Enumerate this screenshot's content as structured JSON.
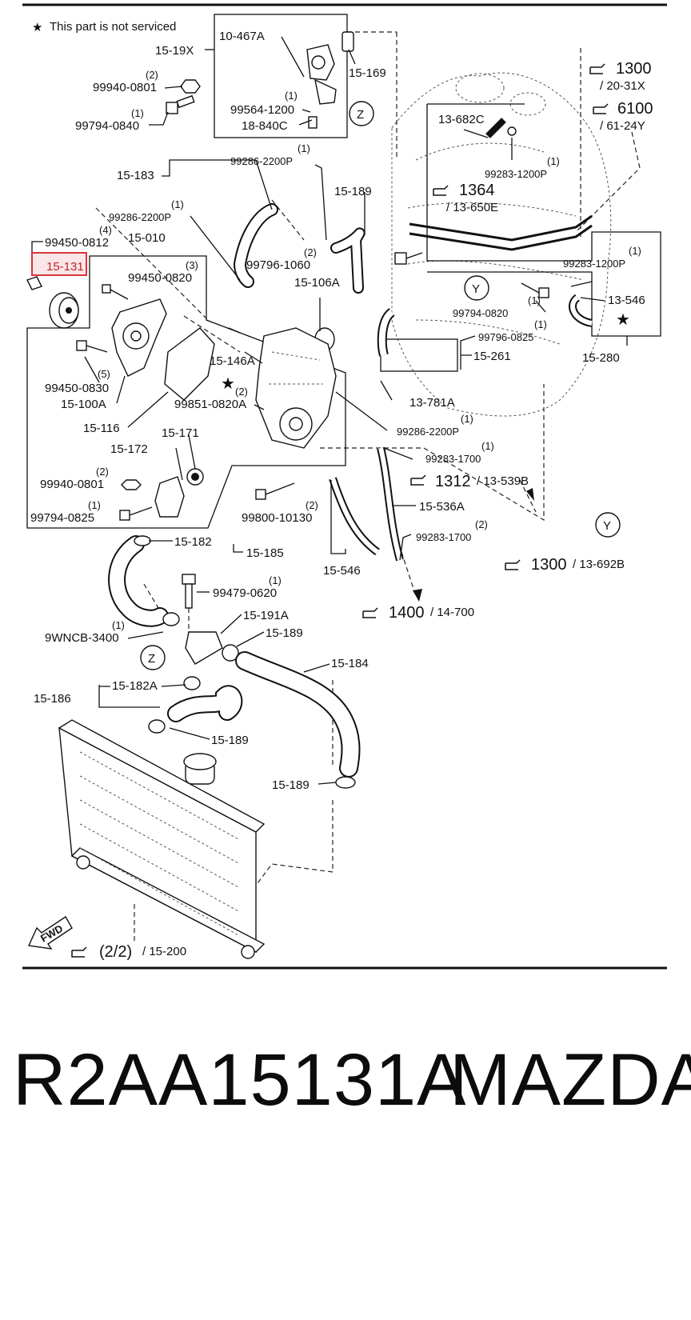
{
  "note": "This part is not serviced",
  "star_symbol": "★",
  "fwd_label": "FWD",
  "callout_letters": [
    "Z",
    "Y"
  ],
  "highlight_color": "#e0313b",
  "labels": {
    "p15_19x": "15-19X",
    "p10_467a": "10-467A",
    "p15_169": "15-169",
    "q2a": "(2)",
    "p99940_0801a": "99940-0801",
    "q1a": "(1)",
    "p99794_0840": "99794-0840",
    "q1b": "(1)",
    "p99564_1200": "99564-1200",
    "p18_840c": "18-840C",
    "ref1300a": "1300",
    "ref20_31x": "/ 20-31X",
    "ref6100": "6100",
    "ref61_24y": "/ 61-24Y",
    "p13_682c": "13-682C",
    "q1c": "(1)",
    "p99283_1200pa": "99283-1200P",
    "ref1364": "1364",
    "ref13_650e": "/ 13-650E",
    "q1d": "(1)",
    "p99286_2200pa": "99286-2200P",
    "p15_183": "15-183",
    "p15_189b": "15-189",
    "q1e": "(1)",
    "p99286_2200pb": "99286-2200P",
    "q4": "(4)",
    "p99450_0812": "99450-0812",
    "p15_010": "15-010",
    "p15_131": "15-131",
    "q3": "(3)",
    "p99450_0820": "99450-0820",
    "q2b": "(2)",
    "p99796_1060": "99796-1060",
    "p15_106a": "15-106A",
    "q1f": "(1)",
    "p99283_1200pb": "99283-1200P",
    "q1g": "(1)",
    "p99794_0820": "99794-0820",
    "p13_546": "13-546",
    "q1h": "(1)",
    "p99796_0825": "99796-0825",
    "p15_146a": "15-146A",
    "p15_261": "15-261",
    "p15_280": "15-280",
    "q5": "(5)",
    "p99450_0830": "99450-0830",
    "p15_100a": "15-100A",
    "q2c": "(2)",
    "p99851_0820a": "99851-0820A",
    "p13_781a": "13-781A",
    "p15_116": "15-116",
    "q1i": "(1)",
    "p99286_2200pc": "99286-2200P",
    "p15_172": "15-172",
    "p15_171": "15-171",
    "q1j": "(1)",
    "p99283_1700a": "99283-1700",
    "q2d": "(2)",
    "p99940_0801b": "99940-0801",
    "ref1312": "1312",
    "ref13_539b": "/ 13-539B",
    "q1k": "(1)",
    "p99794_0825": "99794-0825",
    "q2e": "(2)",
    "p99800_10130": "99800-10130",
    "p15_536a": "15-536A",
    "q2f": "(2)",
    "p99283_1700b": "99283-1700",
    "p15_182": "15-182",
    "p15_185": "15-185",
    "p15_546": "15-546",
    "ref1300b": "1300",
    "ref13_692b": "/ 13-692B",
    "q1l": "(1)",
    "p99479_0620": "99479-0620",
    "ref1400": "1400",
    "ref14_700": "/ 14-700",
    "q1m": "(1)",
    "p9wncb_3400": "9WNCB-3400",
    "p15_191a": "15-191A",
    "p15_189a": "15-189",
    "p15_184": "15-184",
    "p15_182a": "15-182A",
    "p15_186": "15-186",
    "p15_189c": "15-189",
    "ref2_2": "(2/2)",
    "ref15_200": "/ 15-200"
  },
  "caption": {
    "part_number": "R2AA15131A",
    "brand": "MAZDA"
  }
}
